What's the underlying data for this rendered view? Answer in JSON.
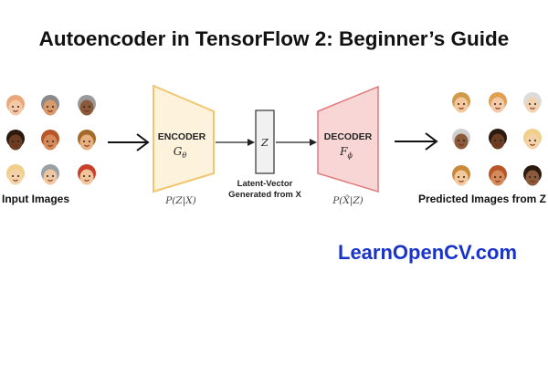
{
  "title": "Autoencoder in TensorFlow 2: Beginner’s Guide",
  "input_label": "Input Images",
  "output_label": "Predicted Images from Z",
  "encoder": {
    "name": "ENCODER",
    "symbol": "G",
    "subscript": "θ",
    "caption": "P(Z|X)",
    "color": "#f2c66d",
    "fill": "#fdf3dc"
  },
  "latent": {
    "symbol": "Z",
    "caption_line1": "Latent-Vector",
    "caption_line2": "Generated from X"
  },
  "decoder": {
    "name": "DECODER",
    "symbol": "F",
    "subscript": "ϕ",
    "caption": "P(X̂|Z)",
    "color": "#e07b7b",
    "fill": "#f8d6d6"
  },
  "brand": "LearnOpenCV.com",
  "avatars": {
    "input": [
      {
        "skin": "#f3c9a8",
        "hair": "#e9a77a"
      },
      {
        "skin": "#d89a6a",
        "hair": "#8a8a8a"
      },
      {
        "skin": "#8a5a3b",
        "hair": "#9a9a9a"
      },
      {
        "skin": "#6b3d22",
        "hair": "#2a1a10"
      },
      {
        "skin": "#d58a5a",
        "hair": "#b8562a"
      },
      {
        "skin": "#e7b07e",
        "hair": "#a36a2a"
      },
      {
        "skin": "#f4d1a6",
        "hair": "#f0d08a"
      },
      {
        "skin": "#efc6a2",
        "hair": "#9aa0a6"
      },
      {
        "skin": "#f1c49c",
        "hair": "#c8402a"
      }
    ],
    "output": [
      {
        "skin": "#f2c89c",
        "hair": "#d19a4a"
      },
      {
        "skin": "#f3c9a8",
        "hair": "#e0a050"
      },
      {
        "skin": "#f1d2b0",
        "hair": "#dcdcdc"
      },
      {
        "skin": "#8a5a3b",
        "hair": "#cfcfcf"
      },
      {
        "skin": "#6b3d22",
        "hair": "#2a1a10"
      },
      {
        "skin": "#f4d1a6",
        "hair": "#f0d08a"
      },
      {
        "skin": "#f2c89c",
        "hair": "#c98a3a"
      },
      {
        "skin": "#d58a5a",
        "hair": "#b8562a"
      },
      {
        "skin": "#8a5a3b",
        "hair": "#2a1a10"
      }
    ]
  }
}
